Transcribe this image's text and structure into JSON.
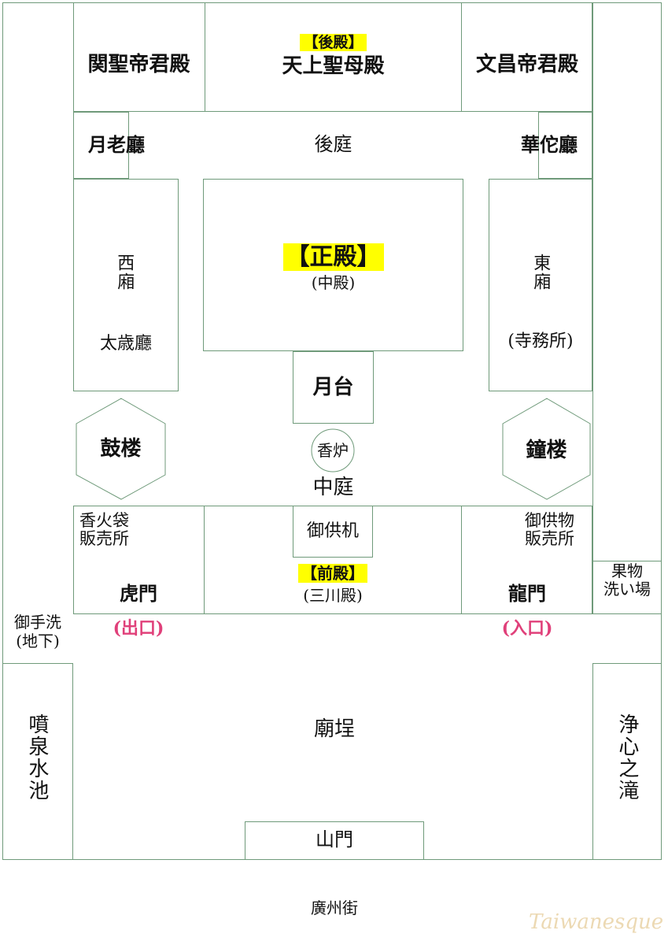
{
  "temple": {
    "rear_hall_tag": "【後殿】",
    "rear_hall_name": "天上聖母殿",
    "guansheng_hall": "関聖帝君殿",
    "wenchang_hall": "文昌帝君殿",
    "yuelao_hall": "月老廳",
    "huatuo_hall": "華佗廳",
    "rear_court": "後庭",
    "west_wing": "西廂",
    "taisui_hall": "太歳廳",
    "east_wing": "東廂",
    "temple_office": "(寺務所)",
    "main_hall_tag": "【正殿】",
    "main_hall_sub": "(中殿)",
    "moon_terrace": "月台",
    "drum_tower": "鼓楼",
    "bell_tower": "鐘楼",
    "incense_burner": "香炉",
    "middle_court": "中庭",
    "incense_bag_shop_l1": "香火袋",
    "incense_bag_shop_l2": "販売所",
    "offering_table": "御供机",
    "offering_shop_l1": "御供物",
    "offering_shop_l2": "販売所",
    "tiger_gate": "虎門",
    "front_hall_tag": "【前殿】",
    "front_hall_sub": "(三川殿)",
    "dragon_gate": "龍門",
    "exit": "(出口)",
    "entrance": "(入口)",
    "fruit_wash_l1": "果物",
    "fruit_wash_l2": "洗い場",
    "toilet_l1": "御手洗",
    "toilet_l2": "(地下)",
    "fountain_pool": "噴泉水池",
    "temple_yard": "廟埕",
    "waterfall": "浄心之滝",
    "mountain_gate": "山門",
    "street": "廣州街",
    "watermark": "Taiwanesque"
  },
  "colors": {
    "line": "#6f9a7a",
    "highlight": "#ffff00",
    "gate_marker": "#e0407a"
  }
}
